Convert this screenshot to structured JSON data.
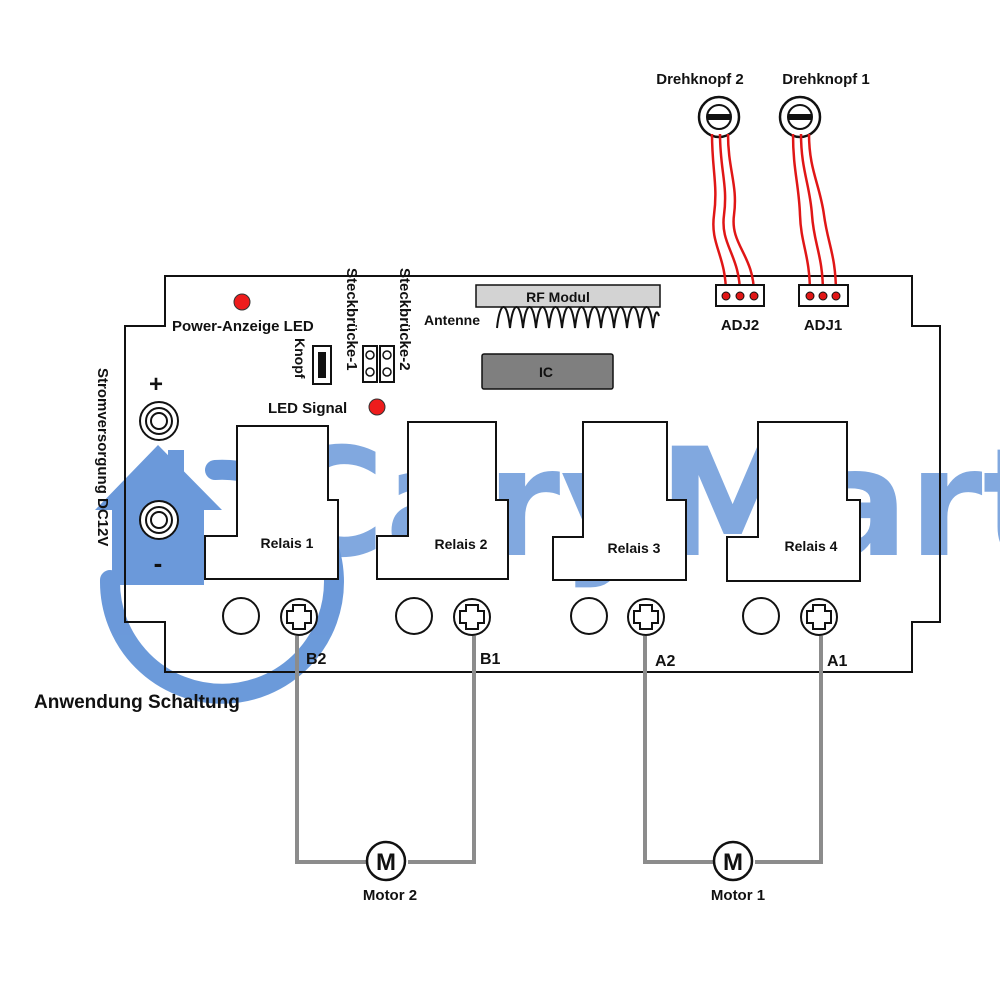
{
  "watermark": {
    "brand": "CaryMart",
    "color": "#5b8fd6"
  },
  "colors": {
    "led": "#ee1c1c",
    "wire": "#8c8c8c",
    "knob_wire": "#e01616",
    "rf_fill": "#d3d3d3",
    "ic_fill": "#7f7f7f"
  },
  "labels": {
    "drehknopf_2": "Drehknopf 2",
    "drehknopf_1": "Drehknopf 1",
    "rf_modul": "RF Modul",
    "antenne": "Antenne",
    "ic": "IC",
    "adj2": "ADJ2",
    "adj1": "ADJ1",
    "power_led": "Power-Anzeige LED",
    "knopf": "Knopf",
    "steckbruecke_1": "Steckbrücke-1",
    "steckbruecke_2": "Steckbrücke-2",
    "led_signal": "LED Signal",
    "stromversorgung": "Stromversorgung DC12V",
    "plus": "+",
    "minus": "-",
    "application": "Anwendung Schaltung",
    "motor_symbol": "M"
  },
  "relays": [
    {
      "label": "Relais 1",
      "terminal": "B2"
    },
    {
      "label": "Relais 2",
      "terminal": "B1"
    },
    {
      "label": "Relais 3",
      "terminal": "A2"
    },
    {
      "label": "Relais 4",
      "terminal": "A1"
    }
  ],
  "motors": [
    {
      "label": "Motor 2"
    },
    {
      "label": "Motor 1"
    }
  ]
}
